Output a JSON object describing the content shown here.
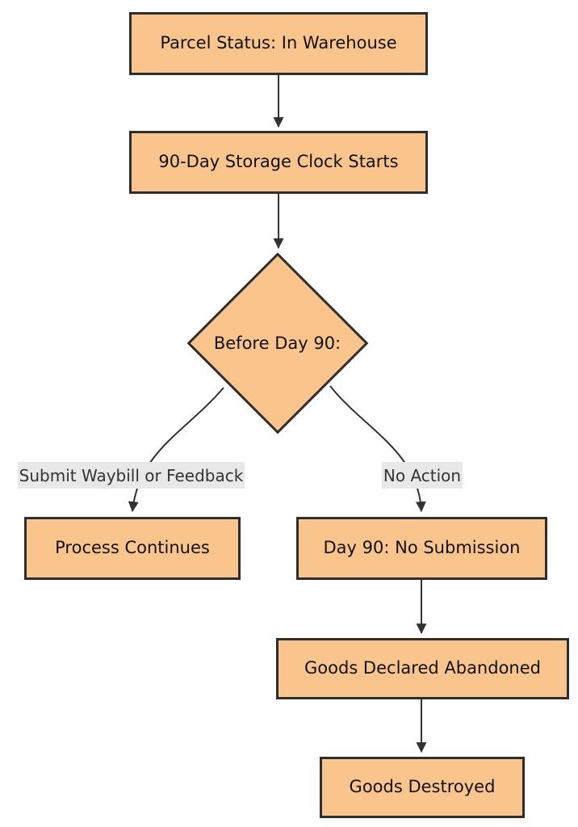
{
  "diagram": {
    "type": "flowchart",
    "direction": "top-down",
    "nodes": {
      "parcel_status": {
        "label": "Parcel Status: In Warehouse",
        "shape": "rect"
      },
      "storage_clock": {
        "label": "90-Day Storage Clock Starts",
        "shape": "rect"
      },
      "before_day_90": {
        "label": "Before Day 90:",
        "shape": "diamond"
      },
      "process_continues і": {
        "label": "",
        "shape": ""
      },
      "process_continues": {
        "label": "Process Continues",
        "shape": "rect"
      },
      "day90_no_submission": {
        "label": "Day 90: No Submission",
        "shape": "rect"
      },
      "goods_abandoned": {
        "label": "Goods Declared Abandoned",
        "shape": "rect"
      },
      "goods_destroyed": {
        "label": "Goods Destroyed",
        "shape": "rect"
      }
    },
    "edges": [
      {
        "from": "parcel_status",
        "to": "storage_clock",
        "label": ""
      },
      {
        "from": "storage_clock",
        "to": "before_day_90",
        "label": ""
      },
      {
        "from": "before_day_90",
        "to": "process_continues",
        "label": "Submit Waybill or Feedback"
      },
      {
        "from": "before_day_90",
        "to": "day90_no_submission",
        "label": "No Action"
      },
      {
        "from": "day90_no_submission",
        "to": "goods_abandoned",
        "label": ""
      },
      {
        "from": "goods_abandoned",
        "to": "goods_destroyed",
        "label": ""
      }
    ],
    "edge_labels": {
      "submit": "Submit Waybill or Feedback",
      "no_action": "No Action"
    },
    "colors": {
      "node_fill": "#f9c58d",
      "node_border": "#2e2e2e",
      "edge_stroke": "#333333",
      "edge_label_bg": "#e8e8e8",
      "edge_label_text": "#333333",
      "node_text": "#111111",
      "background": "#ffffff"
    }
  }
}
